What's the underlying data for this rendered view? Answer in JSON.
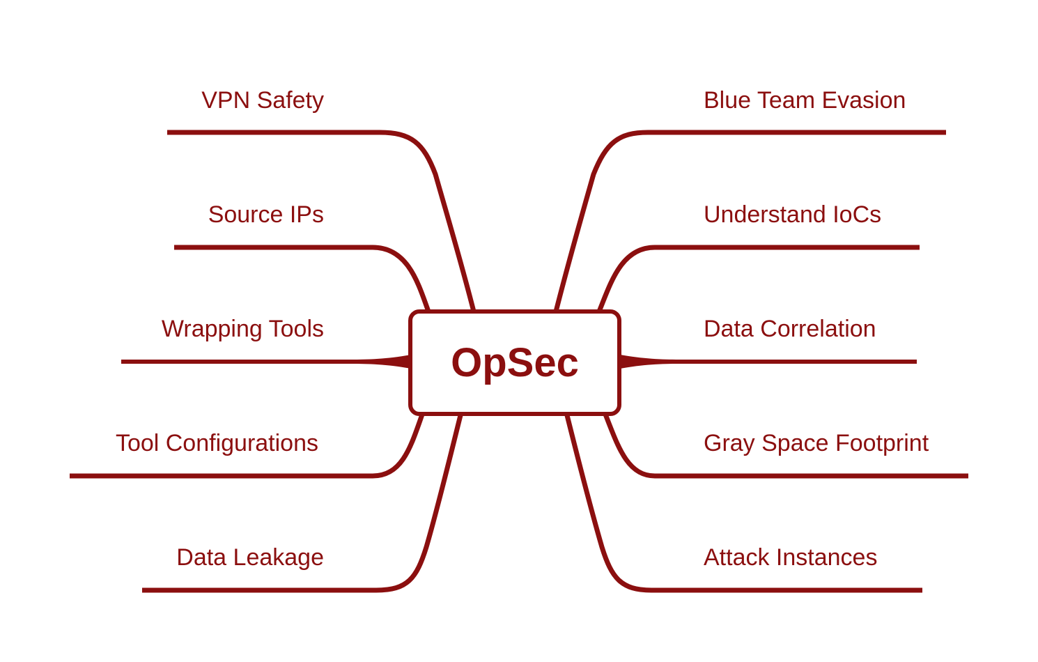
{
  "diagram": {
    "type": "mind-map",
    "accent_color": "#8b0f0f",
    "background_color": "#ffffff",
    "center": {
      "label": "OpSec"
    },
    "left_branches": [
      {
        "label": "VPN Safety"
      },
      {
        "label": "Source IPs"
      },
      {
        "label": "Wrapping Tools"
      },
      {
        "label": "Tool Configurations"
      },
      {
        "label": "Data Leakage"
      }
    ],
    "right_branches": [
      {
        "label": "Blue Team Evasion"
      },
      {
        "label": "Understand IoCs"
      },
      {
        "label": "Data Correlation"
      },
      {
        "label": "Gray Space Footprint"
      },
      {
        "label": "Attack Instances"
      }
    ]
  }
}
